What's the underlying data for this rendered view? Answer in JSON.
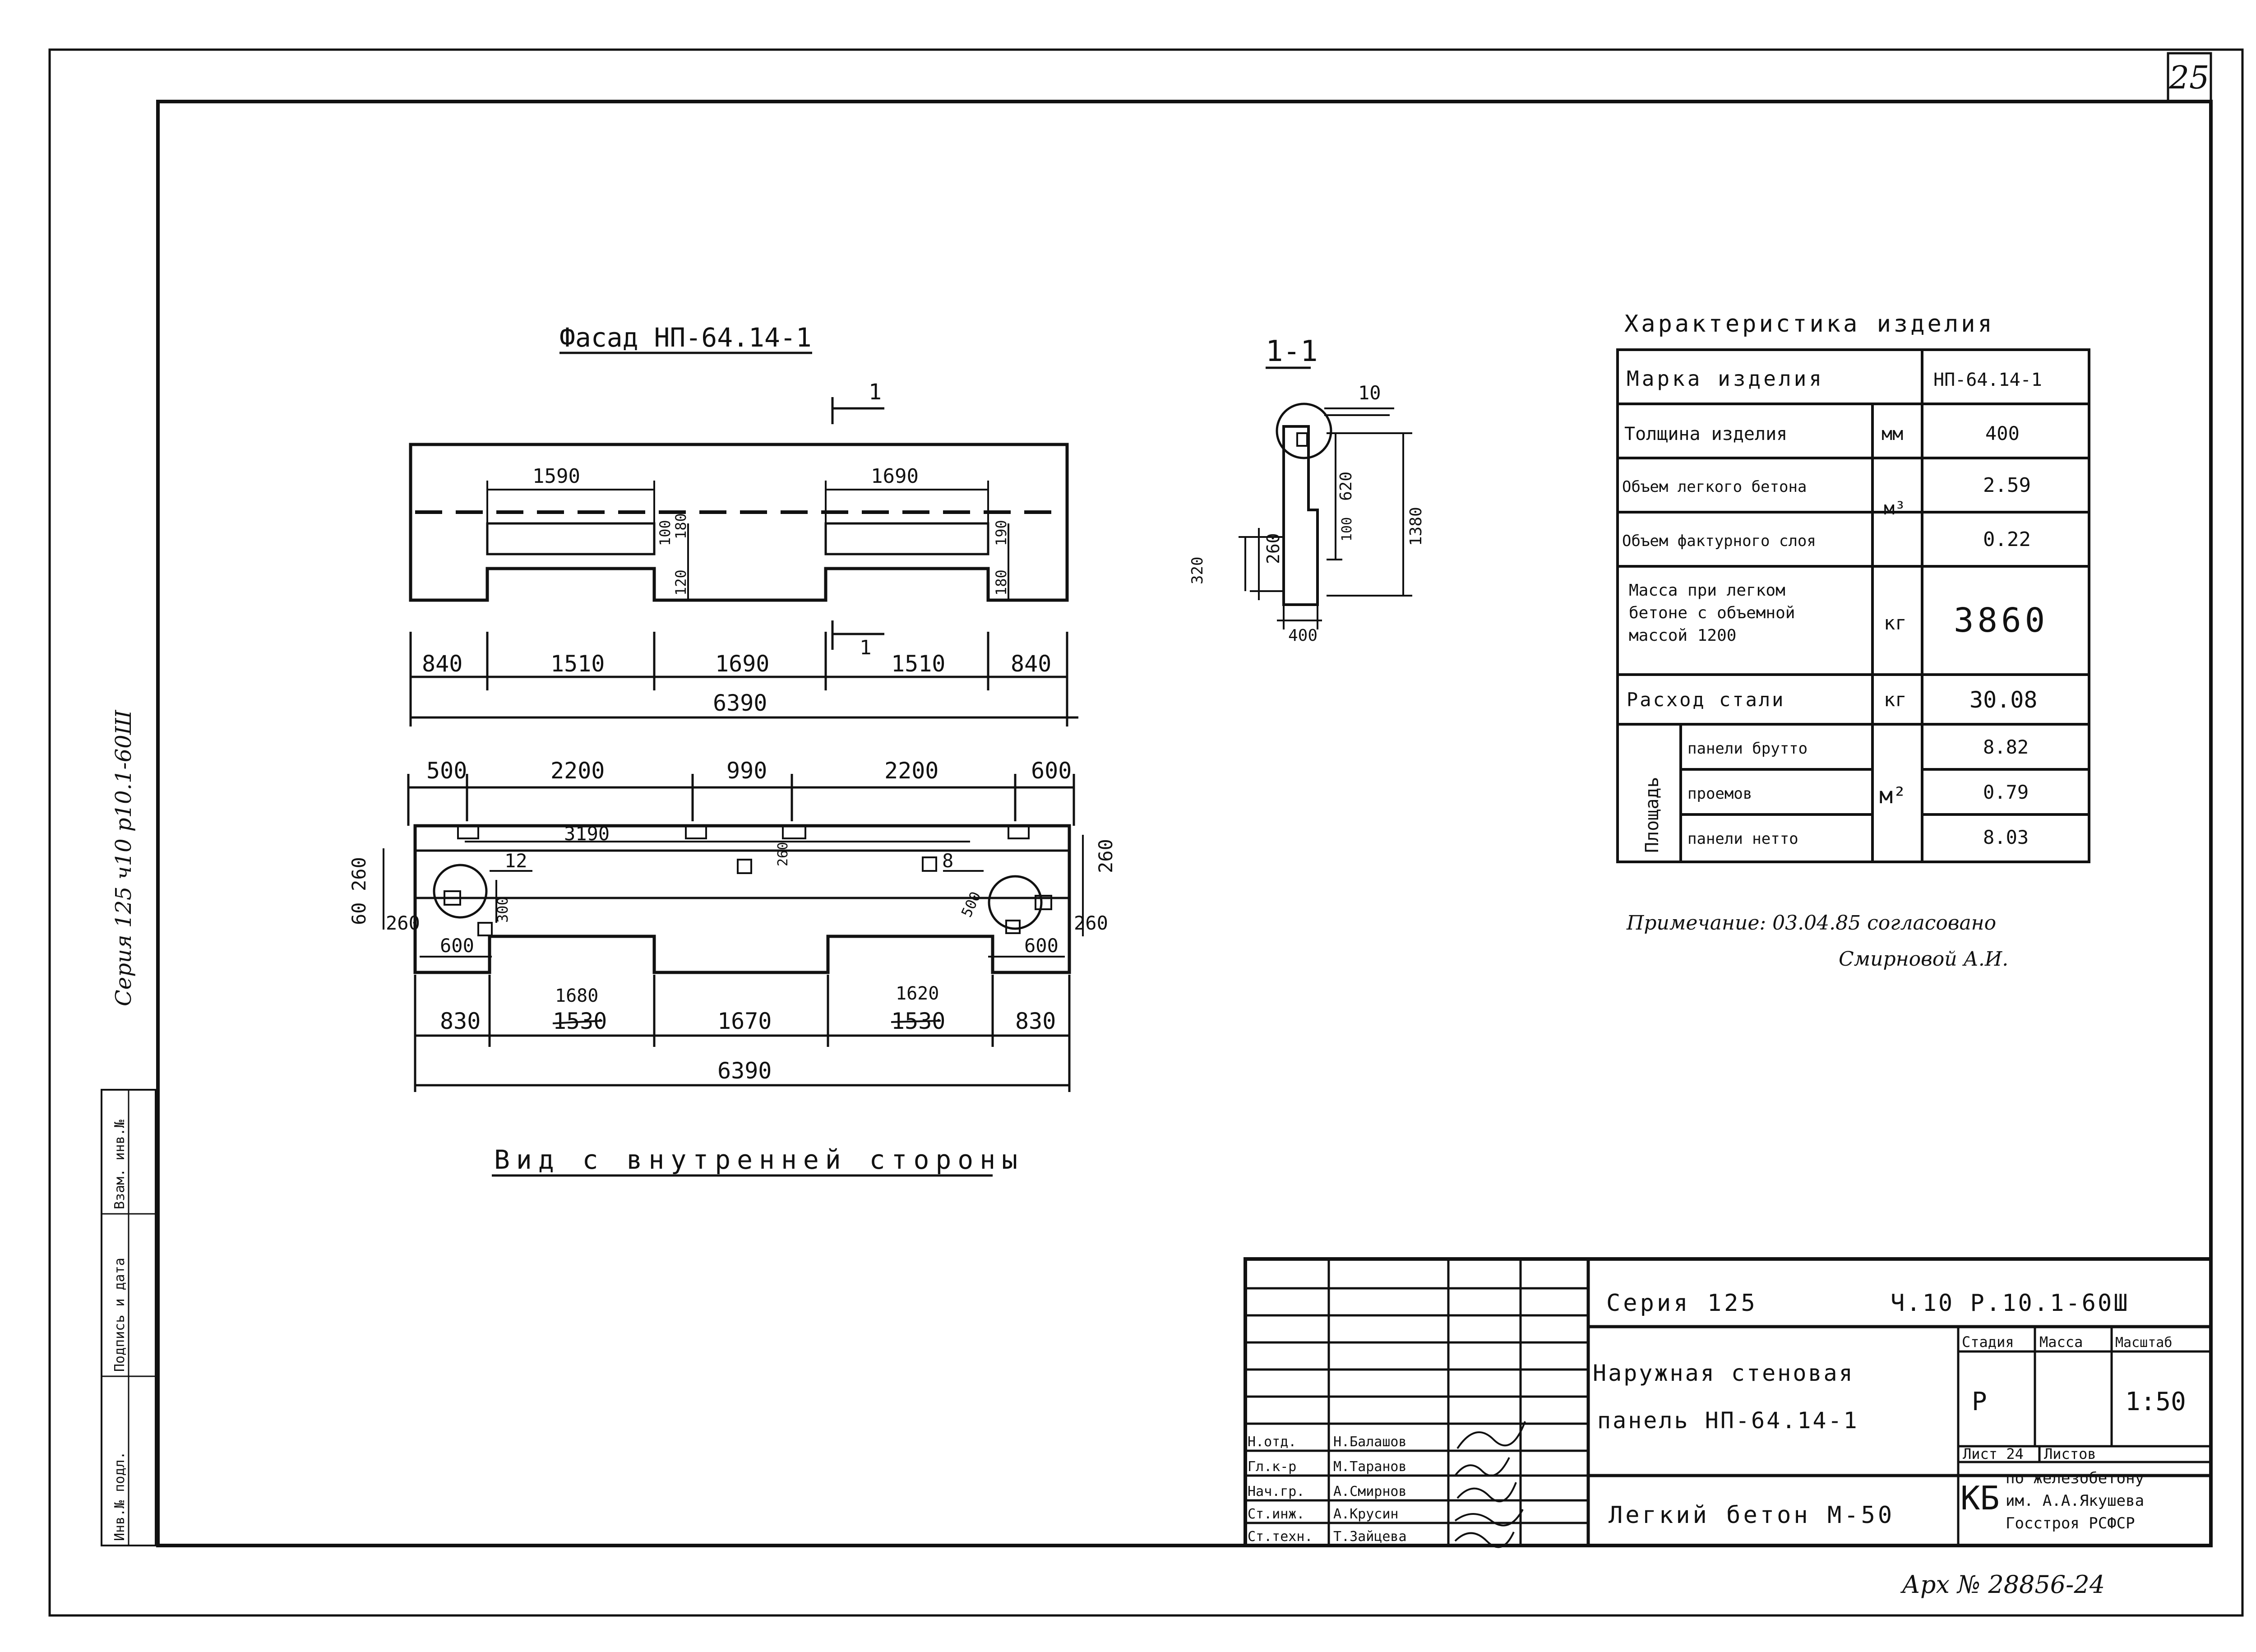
{
  "sheet_number": "25",
  "side_stamp": "Серия 125 ч10 р10.1-60Ш",
  "side_cols": [
    "Инв.№ подл.",
    "Подпись и дата",
    "Взам. инв.№"
  ],
  "facade": {
    "title": "Фасад НП-64.14-1",
    "cut_label": "1",
    "top_dims": [
      "1590",
      "1690"
    ],
    "side_dims": [
      "100",
      "120",
      "180",
      "180",
      "190"
    ],
    "bottom_dims": [
      "840",
      "1510",
      "1690",
      "1510",
      "840"
    ],
    "total": "6390"
  },
  "section": {
    "title": "1-1",
    "dims": [
      "10",
      "620",
      "1380",
      "100",
      "260",
      "320",
      "400"
    ]
  },
  "inner": {
    "title": "Вид с внутренней стороны",
    "top_dims": [
      "500",
      "2200",
      "990",
      "2200",
      "600"
    ],
    "mid_dim": "3190",
    "left_dims": [
      "60",
      "260",
      "260"
    ],
    "right_dims": [
      "260",
      "260"
    ],
    "marks": [
      "12",
      "8",
      "300",
      "260",
      "500",
      "600",
      "600"
    ],
    "bottom_dims": [
      "830",
      "1530",
      "1670",
      "1530",
      "830"
    ],
    "corr_dims": [
      "1680",
      "1620"
    ],
    "total": "6390"
  },
  "characteristics": {
    "title": "Характеристика изделия",
    "rows": [
      {
        "label": "Марка изделия",
        "unit": "",
        "value": "НП-64.14-1"
      },
      {
        "label": "Толщина изделия",
        "unit": "мм",
        "value": "400"
      },
      {
        "label": "Объем легкого бетона",
        "unit": "м³",
        "value": "2.59"
      },
      {
        "label": "Объем фактурного слоя",
        "unit": "",
        "value": "0.22"
      },
      {
        "label_lines": [
          "Масса при легком",
          "бетоне с объемной",
          "массой 1200"
        ],
        "unit": "кг",
        "value": "3860"
      },
      {
        "label": "Расход стали",
        "unit": "кг",
        "value": "30.08"
      }
    ],
    "area": {
      "group_label": "Площадь",
      "unit": "м²",
      "rows": [
        {
          "label": "панели брутто",
          "value": "8.82"
        },
        {
          "label": "проемов",
          "value": "0.79"
        },
        {
          "label": "панели нетто",
          "value": "8.03"
        }
      ]
    }
  },
  "note": {
    "line1": "Примечание: 03.04.85 согласовано",
    "line2": "Смирновой А.И."
  },
  "title_block": {
    "series": "Серия 125",
    "code": "Ч.10 Р.10.1-60Ш",
    "name1": "Наружная стеновая",
    "name2": "панель НП-64.14-1",
    "material": "Легкий бетон М-50",
    "stage_h": "Стадия",
    "mass_h": "Масса",
    "scale_h": "Масштаб",
    "stage": "Р",
    "scale": "1:50",
    "sheet": "Лист 24",
    "sheets": "Листов",
    "org_mark": "КБ",
    "org1": "по железобетону",
    "org2": "им. А.А.Якушева",
    "org3": "Госстроя РСФСР",
    "people": [
      {
        "role": "Н.отд.",
        "name": "Н.Балашов"
      },
      {
        "role": "Гл.к-р",
        "name": "М.Таранов"
      },
      {
        "role": "Нач.гр.",
        "name": "А.Смирнов"
      },
      {
        "role": "Ст.инж.",
        "name": "А.Крусин"
      },
      {
        "role": "Ст.техн.",
        "name": "Т.Зайцева"
      }
    ]
  },
  "archive": "Арх № 28856-24"
}
